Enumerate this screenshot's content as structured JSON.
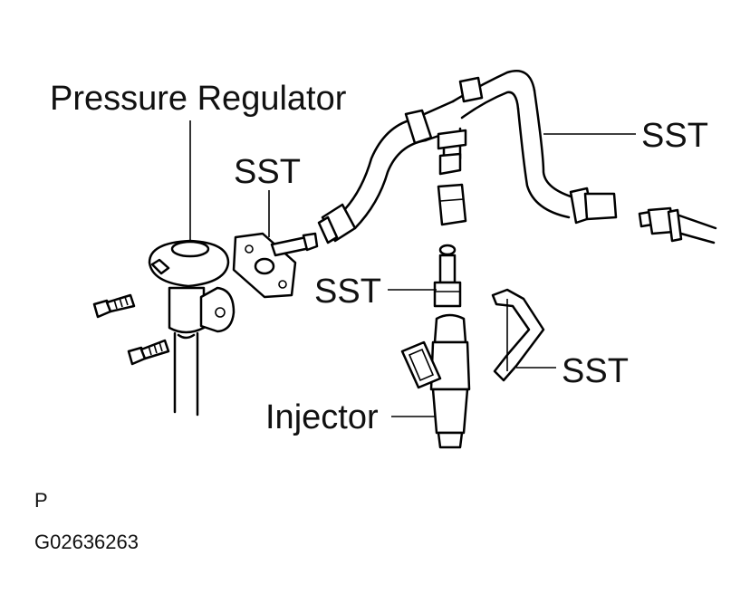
{
  "labels": {
    "pressure_regulator": "Pressure Regulator",
    "sst_left": "SST",
    "sst_top_right": "SST",
    "sst_center": "SST",
    "sst_clip": "SST",
    "injector": "Injector"
  },
  "footer": {
    "view_letter": "P",
    "figure_id": "G02636263"
  }
}
